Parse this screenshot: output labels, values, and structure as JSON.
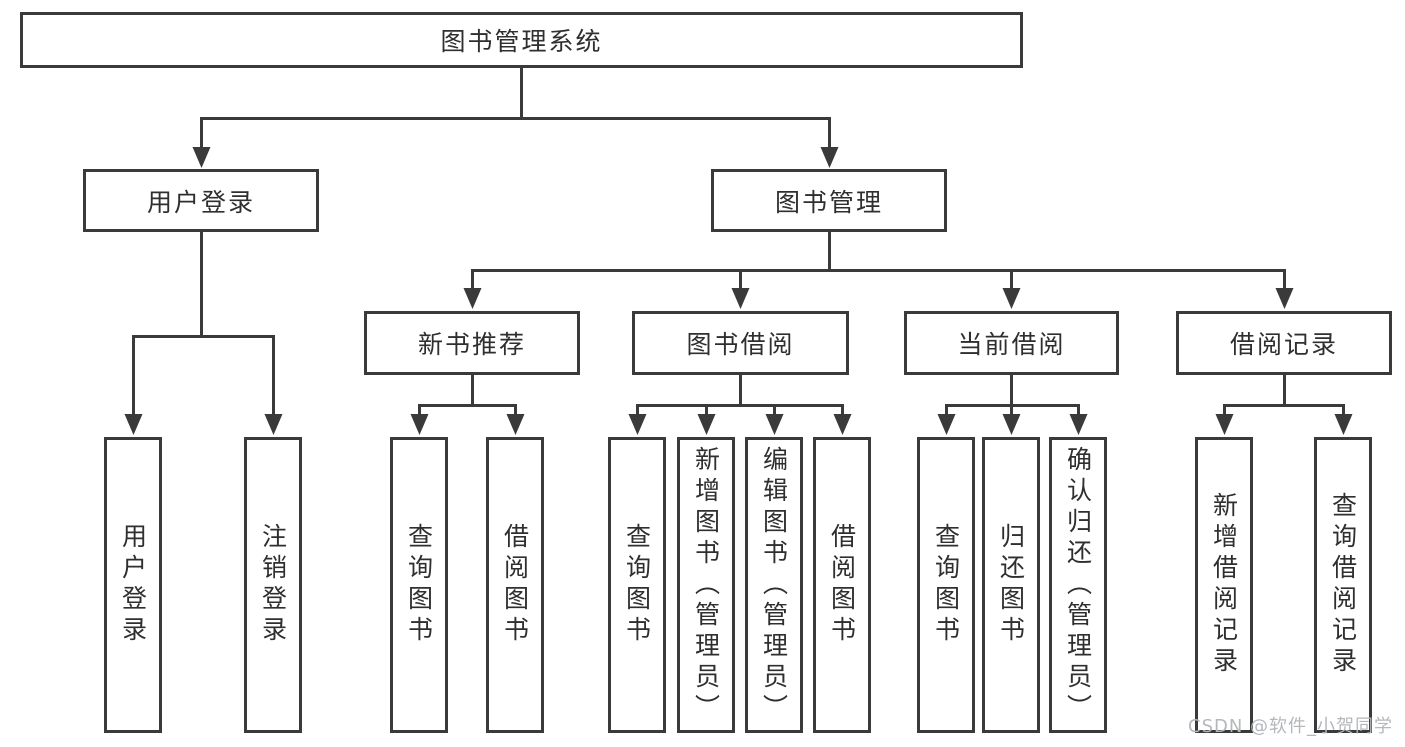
{
  "colors": {
    "line": "#3a3a3a",
    "text": "#2f2f2f",
    "box_background": "#ffffff",
    "page_background": "#ffffff",
    "watermark": "#b4b8bc"
  },
  "root": {
    "label": "图书管理系统"
  },
  "level2": [
    {
      "label": "用户登录"
    },
    {
      "label": "图书管理"
    }
  ],
  "level3": [
    {
      "label": "新书推荐"
    },
    {
      "label": "图书借阅"
    },
    {
      "label": "当前借阅"
    },
    {
      "label": "借阅记录"
    }
  ],
  "leaves": {
    "user_login": [
      "用户登录",
      "注销登录"
    ],
    "new_book": [
      "查询图书",
      "借阅图书"
    ],
    "book_borrow": [
      "查询图书",
      "新增图书（管理员）",
      "编辑图书（管理员）",
      "借阅图书"
    ],
    "current_borrow": [
      "查询图书",
      "归还图书",
      "确认归还（管理员）"
    ],
    "borrow_records": [
      "新增借阅记录",
      "查询借阅记录"
    ]
  },
  "watermark": {
    "text": "CSDN @软件_小贺同学"
  }
}
